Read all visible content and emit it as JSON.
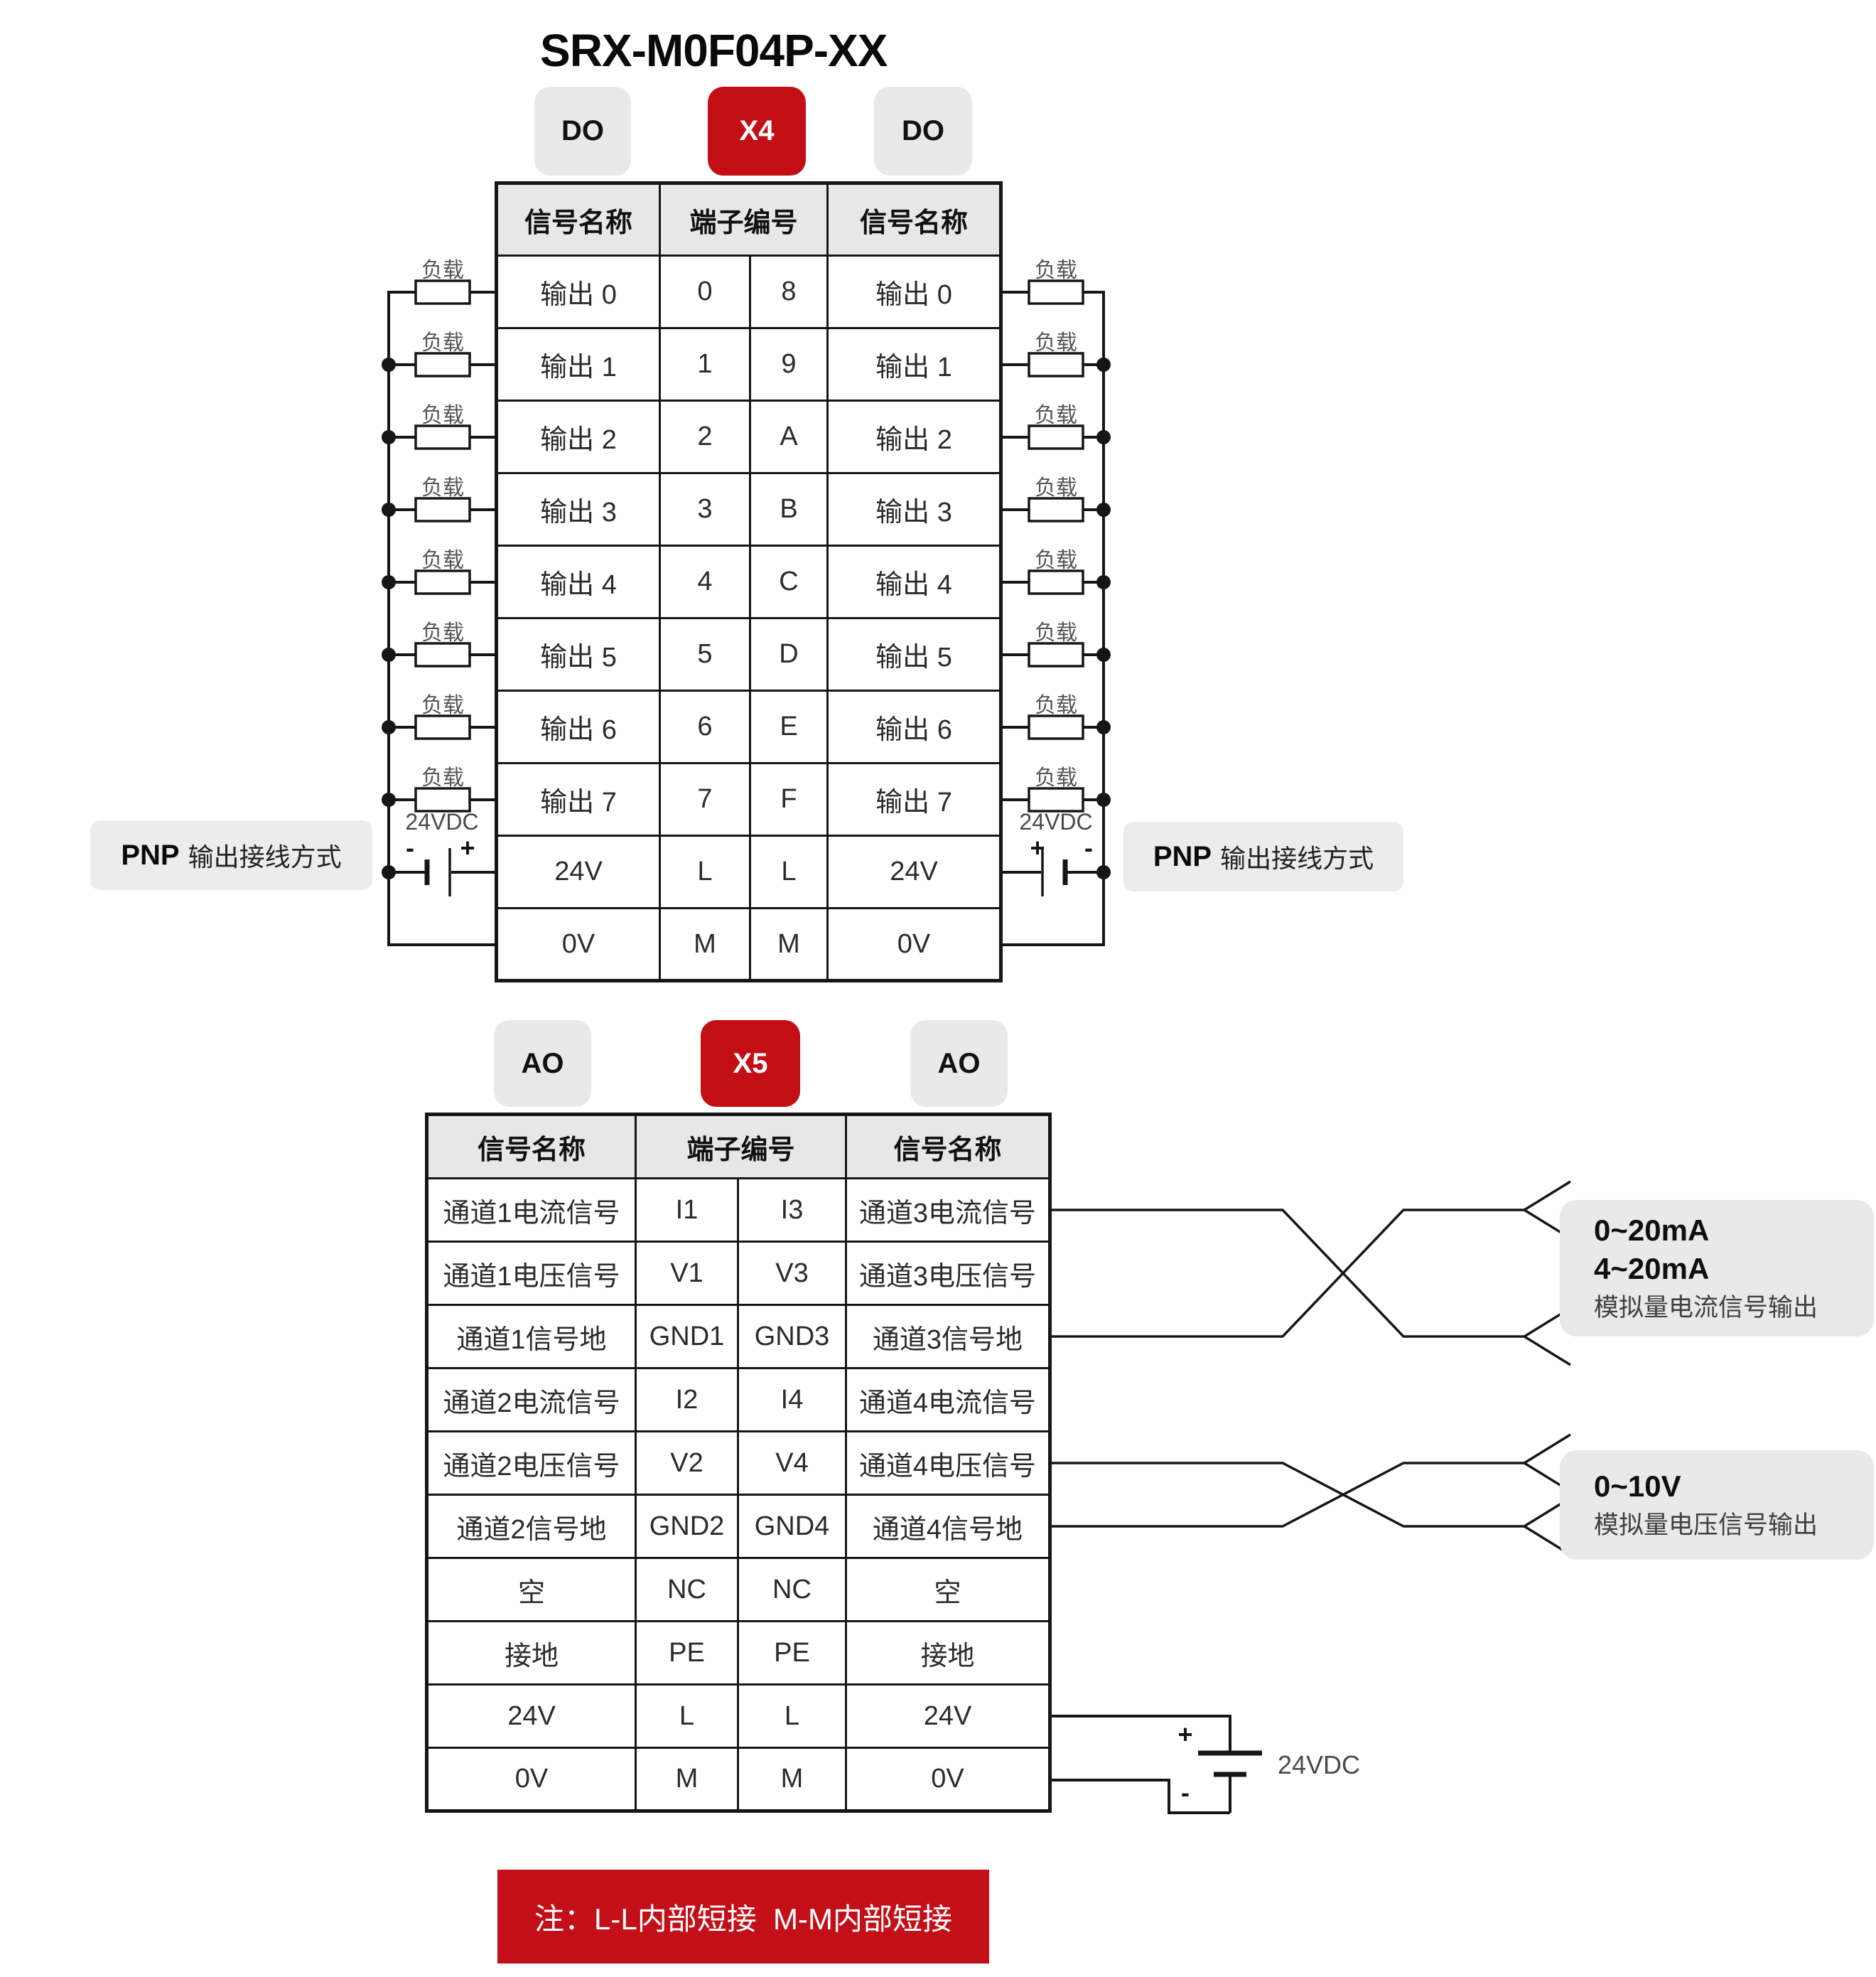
{
  "title": "SRX-M0F04P-XX",
  "colors": {
    "accent_red": "#c30e15",
    "note_red": "#c31018",
    "badge_gray": "#e9e9e9",
    "header_gray": "#e7e7e7",
    "wire_black": "#161616"
  },
  "connector_x4": {
    "badges": [
      "DO",
      "X4",
      "DO"
    ],
    "headers": [
      "信号名称",
      "端子编号",
      "信号名称"
    ],
    "rows": [
      [
        "输出 0",
        "0",
        "8",
        "输出 0"
      ],
      [
        "输出 1",
        "1",
        "9",
        "输出 1"
      ],
      [
        "输出 2",
        "2",
        "A",
        "输出 2"
      ],
      [
        "输出 3",
        "3",
        "B",
        "输出 3"
      ],
      [
        "输出 4",
        "4",
        "C",
        "输出 4"
      ],
      [
        "输出 5",
        "5",
        "D",
        "输出 5"
      ],
      [
        "输出 6",
        "6",
        "E",
        "输出 6"
      ],
      [
        "输出 7",
        "7",
        "F",
        "输出 7"
      ],
      [
        "24V",
        "L",
        "L",
        "24V"
      ],
      [
        "0V",
        "M",
        "M",
        "0V"
      ]
    ]
  },
  "connector_x5": {
    "badges": [
      "AO",
      "X5",
      "AO"
    ],
    "headers": [
      "信号名称",
      "端子编号",
      "信号名称"
    ],
    "rows": [
      [
        "通道1电流信号",
        "I1",
        "I3",
        "通道3电流信号"
      ],
      [
        "通道1电压信号",
        "V1",
        "V3",
        "通道3电压信号"
      ],
      [
        "通道1信号地",
        "GND1",
        "GND3",
        "通道3信号地"
      ],
      [
        "通道2电流信号",
        "I2",
        "I4",
        "通道4电流信号"
      ],
      [
        "通道2电压信号",
        "V2",
        "V4",
        "通道4电压信号"
      ],
      [
        "通道2信号地",
        "GND2",
        "GND4",
        "通道4信号地"
      ],
      [
        "空",
        "NC",
        "NC",
        "空"
      ],
      [
        "接地",
        "PE",
        "PE",
        "接地"
      ],
      [
        "24V",
        "L",
        "L",
        "24V"
      ],
      [
        "0V",
        "M",
        "M",
        "0V"
      ]
    ]
  },
  "labels": {
    "load": "负载",
    "pnp": "PNP",
    "pnp_caption": "输出接线方式",
    "supply": "24VDC",
    "plus": "+",
    "minus": "-"
  },
  "annotations": {
    "current_range_1": "0~20mA",
    "current_range_2": "4~20mA",
    "current_caption": "模拟量电流信号输出",
    "voltage_range": "0~10V",
    "voltage_caption": "模拟量电压信号输出"
  },
  "note": "注：L-L内部短接  M-M内部短接"
}
